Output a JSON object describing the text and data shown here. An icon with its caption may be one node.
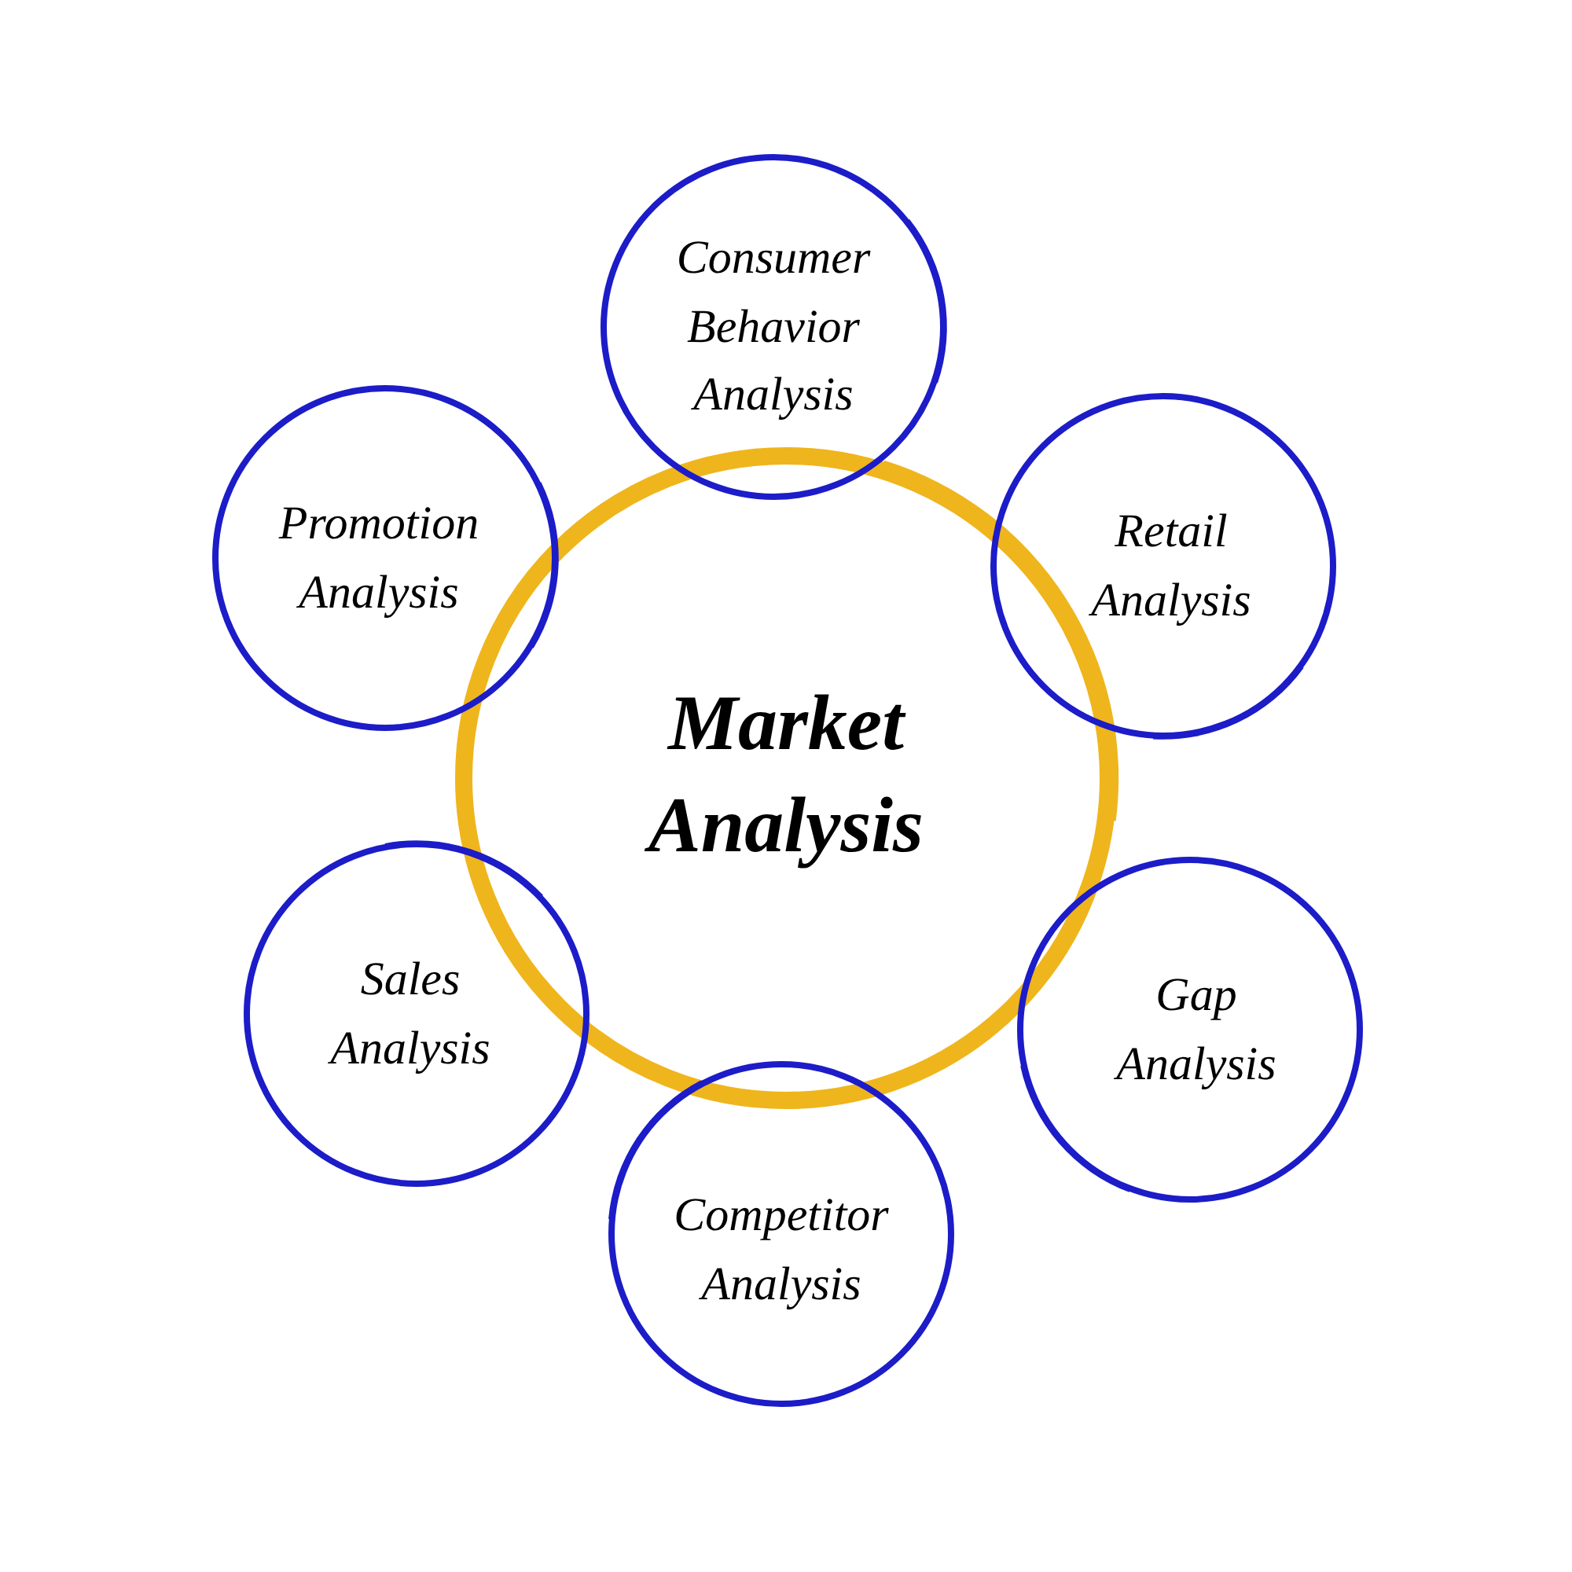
{
  "diagram": {
    "nodes": [
      {
        "text": [
          "Market Analysis"
        ]
      },
      {
        "text": [
          "Consumer Behavior Analysis"
        ]
      },
      {
        "text": [
          "Retail Analysis"
        ]
      },
      {
        "text": [
          "Gap Analysis"
        ]
      },
      {
        "text": [
          "Competitor Analysis"
        ]
      },
      {
        "text": [
          "Sales Analysis"
        ]
      },
      {
        "text": [
          "Promotion Analysis"
        ]
      }
    ]
  }
}
